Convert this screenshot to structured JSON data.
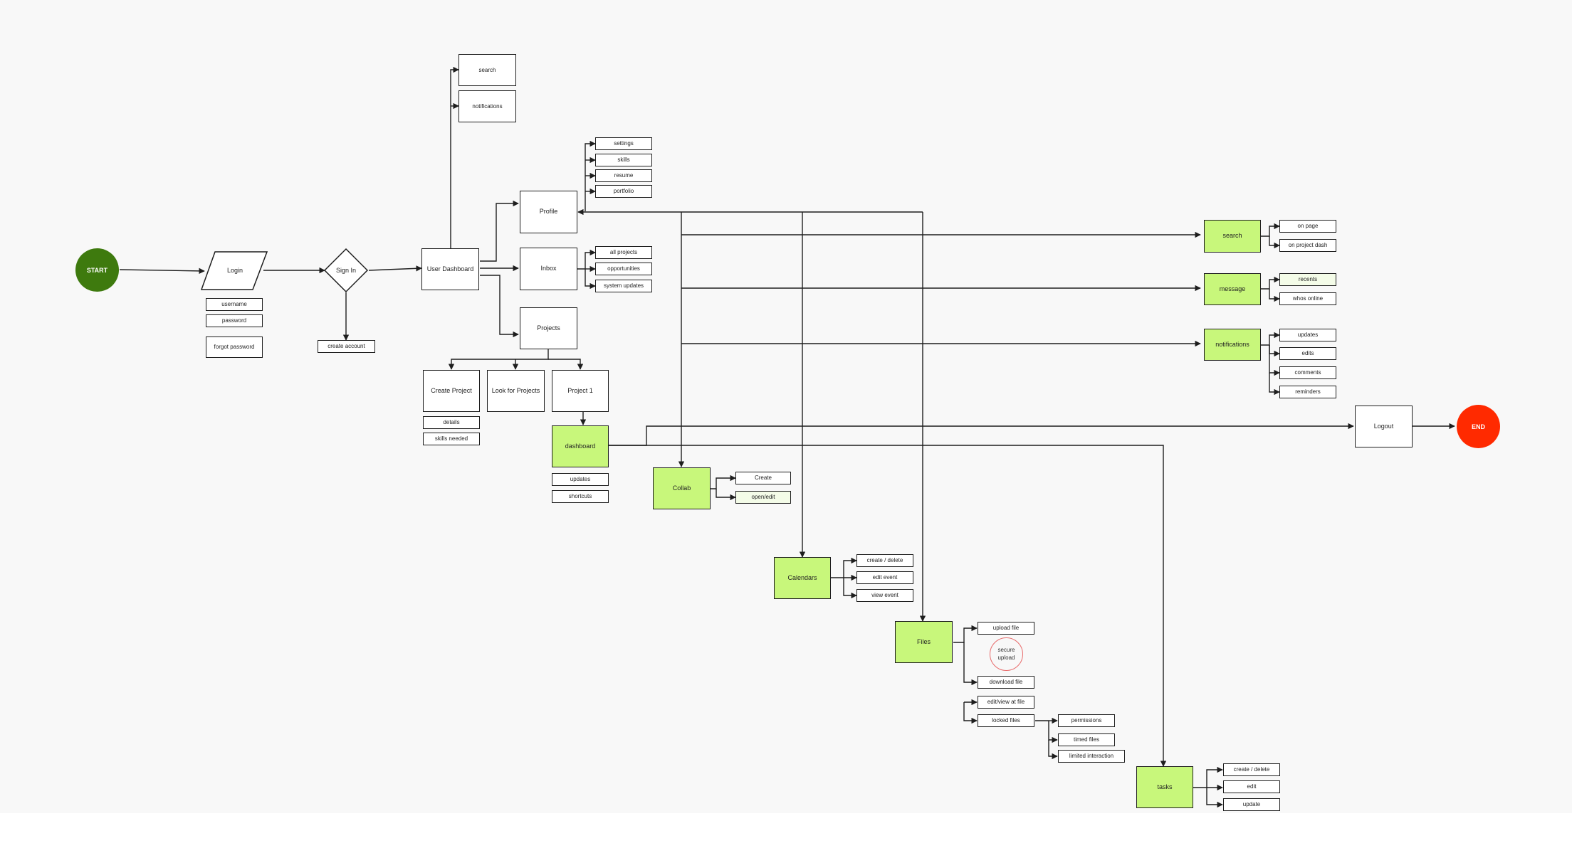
{
  "flow": {
    "start": "START",
    "end": "END",
    "login": "Login",
    "login_fields": {
      "username": "username",
      "password": "password",
      "forgot_password": "forgot password"
    },
    "sign_in": "Sign In",
    "create_account": "create account",
    "user_dashboard": "User Dashboard",
    "top": {
      "search": "search",
      "notifications": "notifications"
    },
    "profile": {
      "label": "Profile",
      "items": [
        "settings",
        "skills",
        "resume",
        "portfolio"
      ]
    },
    "inbox": {
      "label": "Inbox",
      "items": [
        "all projects",
        "opportunities",
        "system updates"
      ]
    },
    "projects": {
      "label": "Projects"
    },
    "create_project": {
      "label": "Create Project",
      "items": [
        "details",
        "skills needed"
      ]
    },
    "look_for_projects": "Look for Projects",
    "project1": {
      "label": "Project 1"
    },
    "dashboard": {
      "label": "dashboard",
      "items": [
        "updates",
        "shortcuts"
      ]
    },
    "collab": {
      "label": "Collab",
      "items": [
        "Create",
        "open/edit"
      ]
    },
    "calendars": {
      "label": "Calendars",
      "items": [
        "create / delete",
        "edit event",
        "view event"
      ]
    },
    "files": {
      "label": "Files",
      "upload": "upload file",
      "secure_upload": "secure upload",
      "download": "download file",
      "edit_view": "edit/view at file",
      "locked": "locked files",
      "locked_items": [
        "permissions",
        "timed files",
        "limited interaction"
      ]
    },
    "tasks": {
      "label": "tasks",
      "items": [
        "create / delete",
        "edit",
        "update"
      ]
    },
    "search": {
      "label": "search",
      "items": [
        "on page",
        "on project dash"
      ]
    },
    "message": {
      "label": "message",
      "items": [
        "recents",
        "whos online"
      ]
    },
    "notifications": {
      "label": "notifications",
      "items": [
        "updates",
        "edits",
        "comments",
        "reminders"
      ]
    },
    "logout": "Logout"
  },
  "colors": {
    "start": "#3e7a0e",
    "end": "#ff2a00",
    "feature_fill": "#c8f77b",
    "secure_outline": "#e86b6b",
    "background": "#f8f8f8"
  }
}
